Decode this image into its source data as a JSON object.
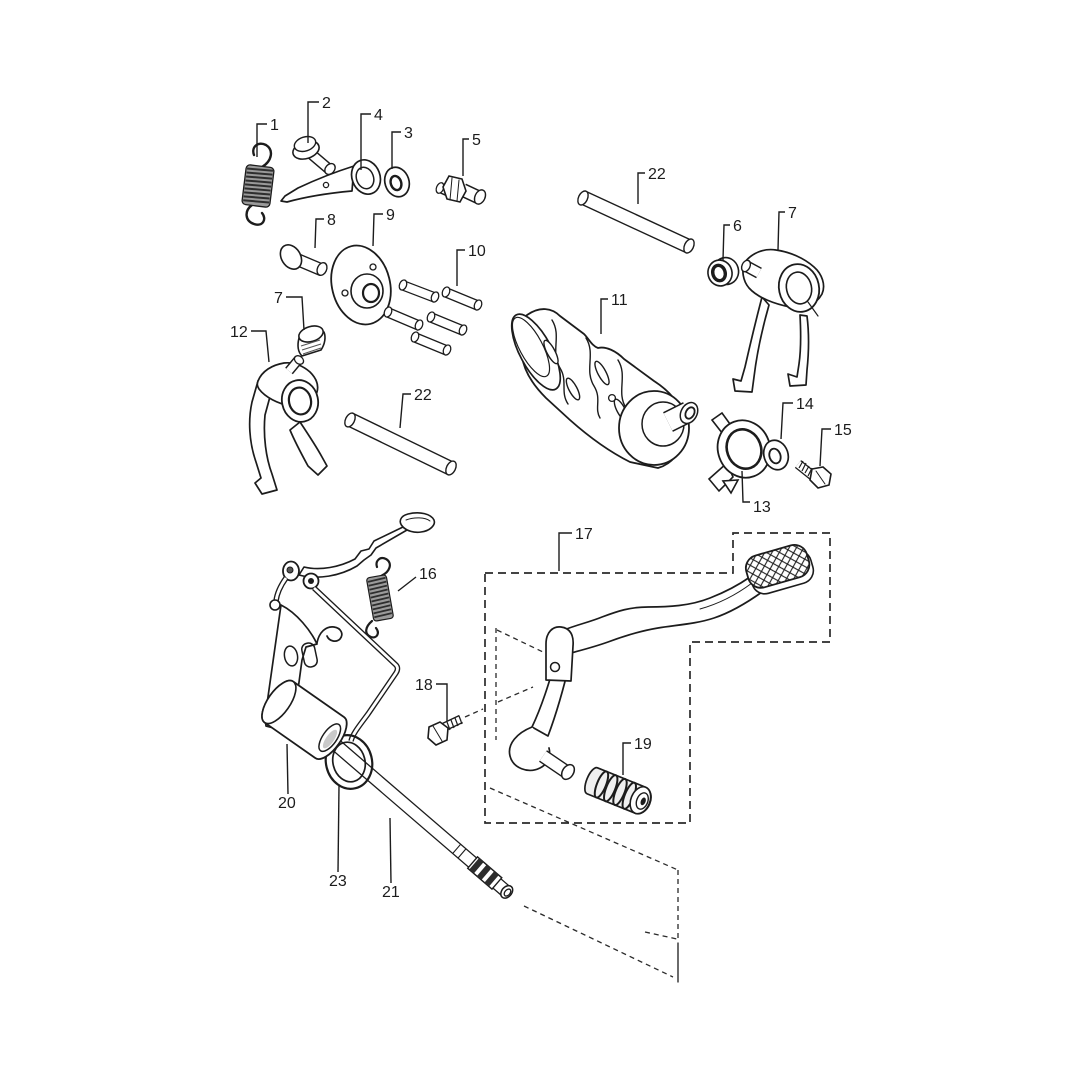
{
  "diagram": {
    "background_color": "#ffffff",
    "line_color": "#1c1c1c",
    "spring_shade_color": "#9a9a9a",
    "spline_shade_color": "#2c2c2c",
    "labels": [
      {
        "text": "1"
      },
      {
        "text": "2"
      },
      {
        "text": "4"
      },
      {
        "text": "3"
      },
      {
        "text": "5"
      },
      {
        "text": "22"
      },
      {
        "text": "6"
      },
      {
        "text": "7"
      },
      {
        "text": "8"
      },
      {
        "text": "9"
      },
      {
        "text": "10"
      },
      {
        "text": "7"
      },
      {
        "text": "12"
      },
      {
        "text": "11"
      },
      {
        "text": "22"
      },
      {
        "text": "14"
      },
      {
        "text": "15"
      },
      {
        "text": "13"
      },
      {
        "text": "17"
      },
      {
        "text": "16"
      },
      {
        "text": "18"
      },
      {
        "text": "19"
      },
      {
        "text": "20"
      },
      {
        "text": "23"
      },
      {
        "text": "21"
      }
    ]
  }
}
